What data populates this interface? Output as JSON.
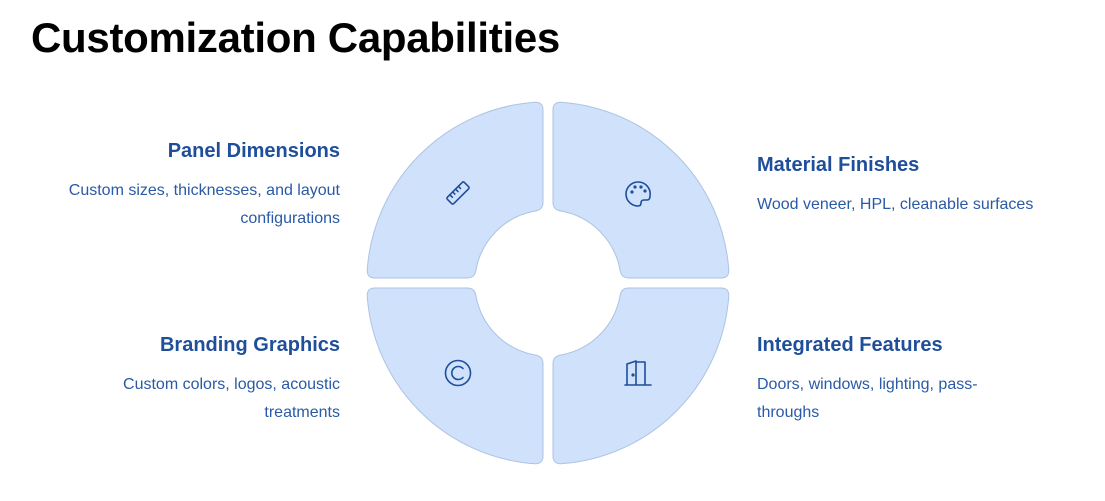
{
  "title": "Customization Capabilities",
  "colors": {
    "segment_fill": "#cfe1fb",
    "segment_stroke": "#adc3e3",
    "icon": "#1f4e9a",
    "heading": "#1f4e9a",
    "text": "#2a5aa6"
  },
  "items": [
    {
      "title": "Panel Dimensions",
      "description": "Custom sizes, thicknesses, and layout\nconfigurations",
      "icon": "ruler-icon"
    },
    {
      "title": "Material Finishes",
      "description": "Wood veneer, HPL, cleanable surfaces",
      "icon": "palette-icon"
    },
    {
      "title": "Branding Graphics",
      "description": "Custom colors, logos, acoustic\ntreatments",
      "icon": "copyright-icon"
    },
    {
      "title": "Integrated Features",
      "description": "Doors, windows, lighting, pass-\nthroughs",
      "icon": "door-icon"
    }
  ]
}
